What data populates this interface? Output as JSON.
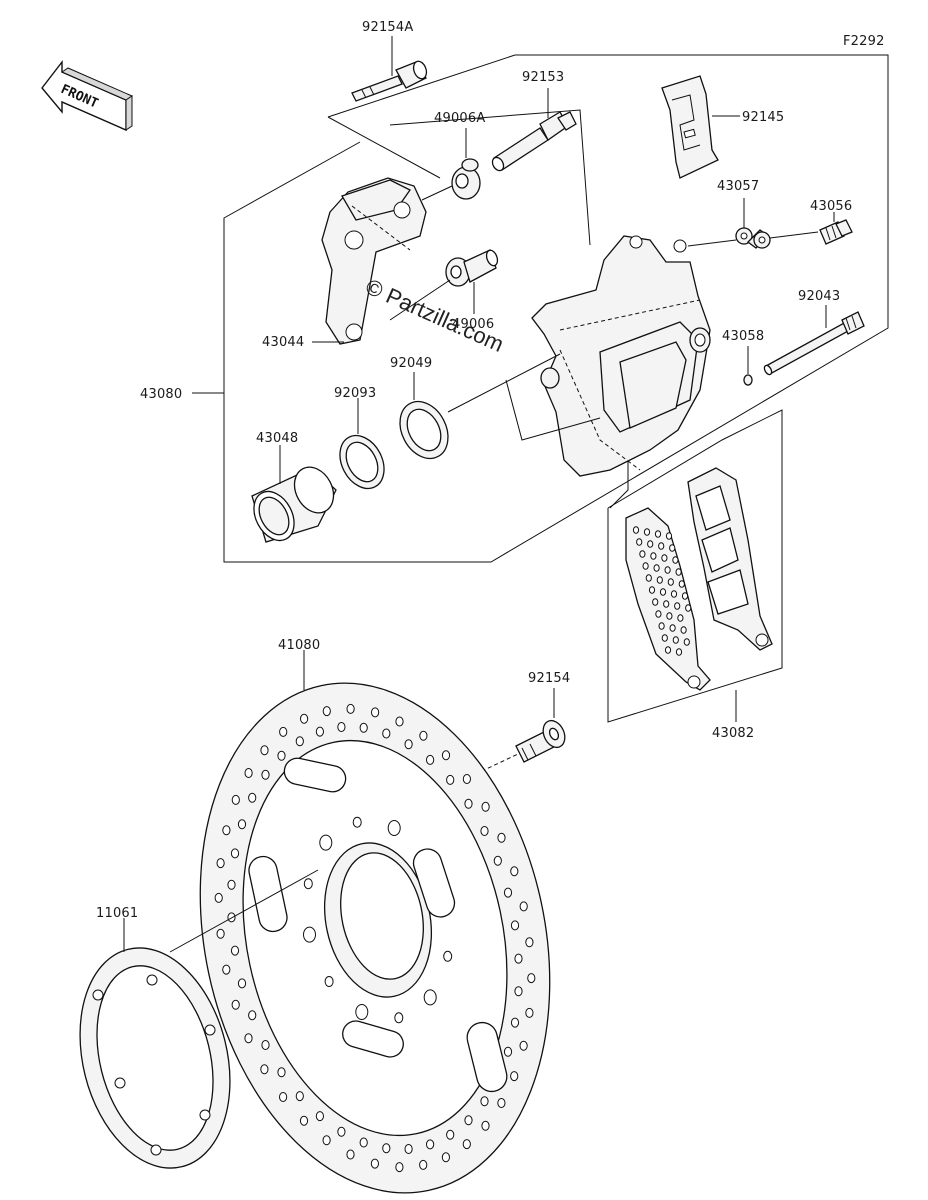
{
  "figure_code": "F2292",
  "front_label": "FRONT",
  "watermark": "© Partzilla.com",
  "parts": {
    "p92154A": "92154A",
    "p92153": "92153",
    "p92145": "92145",
    "p49006A": "49006A",
    "p43057": "43057",
    "p43056": "43056",
    "p49006": "49006",
    "p92043": "92043",
    "p43044": "43044",
    "p43058": "43058",
    "p92049": "92049",
    "p43080": "43080",
    "p92093": "92093",
    "p43048": "43048",
    "p41080": "41080",
    "p92154": "92154",
    "p43082": "43082",
    "p11061": "11061"
  }
}
